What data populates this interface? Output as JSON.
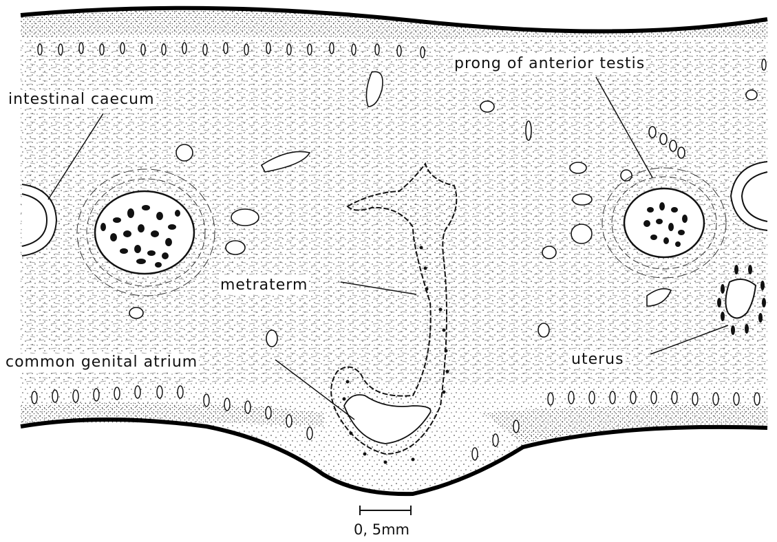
{
  "labels": {
    "prong": "prong of anterior testis",
    "caecum": "intestinal caecum",
    "metraterm": "metraterm",
    "atrium": "common genital atrium",
    "uterus": "uterus"
  },
  "scale_bar": {
    "label": "0, 5mm"
  },
  "colors": {
    "ink": "#111111",
    "paper": "#ffffff"
  }
}
